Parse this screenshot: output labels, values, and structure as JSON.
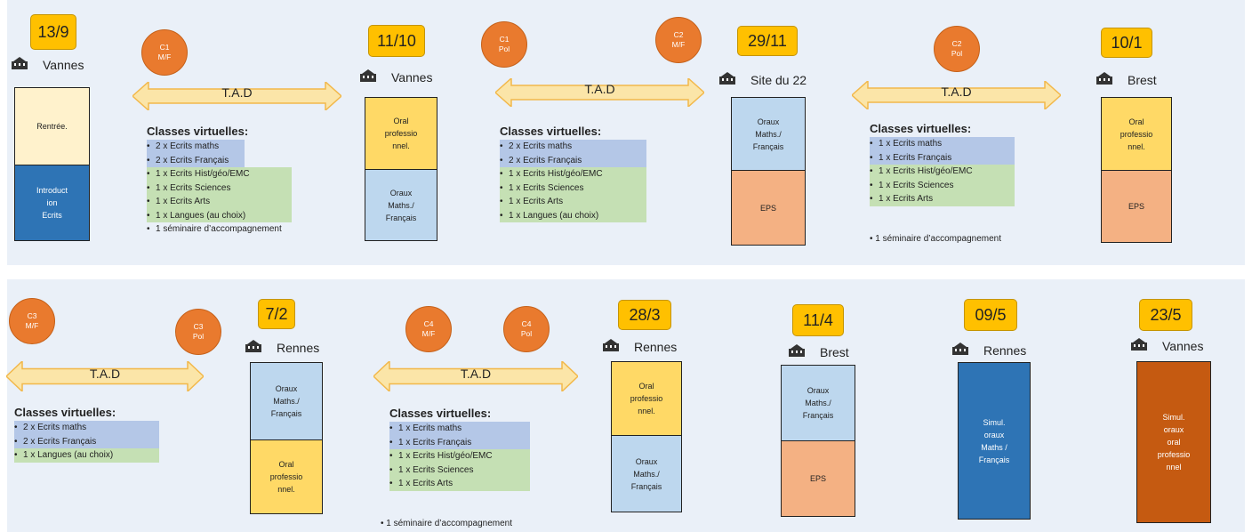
{
  "row1": {
    "d1": {
      "date": "13/9",
      "loc": "Vannes",
      "b1": "Rentrée.",
      "b2": "Introduct\nion\nEcrits"
    },
    "c1": {
      "l1": "C1",
      "l2": "M/F"
    },
    "arrow1": "T.A.D",
    "cv1": {
      "title": "Classes virtuelles:",
      "items": [
        "2 x Ecrits maths",
        "2 x Ecrits Français",
        "1 x Ecrits Hist/géo/EMC",
        "1 x Ecrits Sciences",
        "1 x Ecrits Arts",
        "1 x Langues (au choix)",
        "1 séminaire d’accompagnement"
      ]
    },
    "d2": {
      "date": "11/10",
      "loc": "Vannes",
      "b1": "Oral\nprofessio\nnnel.",
      "b2": "Oraux\nMaths./\nFrançais"
    },
    "c2": {
      "l1": "C1",
      "l2": "Pol"
    },
    "c3": {
      "l1": "C2",
      "l2": "M/F"
    },
    "arrow2": "T.A.D",
    "cv2": {
      "title": "Classes virtuelles:",
      "items": [
        "2 x Ecrits maths",
        "2 x Ecrits Français",
        "1 x Ecrits Hist/géo/EMC",
        "1 x Ecrits Sciences",
        "1 x Ecrits Arts",
        "1 x Langues (au choix)"
      ]
    },
    "d3": {
      "date": "29/11",
      "loc": "Site du 22",
      "b1": "Oraux\nMaths./\nFrançais",
      "b2": "EPS"
    },
    "c4": {
      "l1": "C2",
      "l2": "Pol"
    },
    "arrow3": "T.A.D",
    "cv3": {
      "title": "Classes virtuelles:",
      "items": [
        "1 x Ecrits maths",
        "1 x Ecrits Français",
        "1 x Ecrits Hist/géo/EMC",
        "1 x Ecrits Sciences",
        "1 x Ecrits Arts"
      ],
      "sem": "1 séminaire d’accompagnement"
    },
    "d4": {
      "date": "10/1",
      "loc": "Brest",
      "b1": "Oral\nprofessio\nnnel.",
      "b2": "EPS"
    }
  },
  "row2": {
    "c5": {
      "l1": "C3",
      "l2": "M/F"
    },
    "c6": {
      "l1": "C3",
      "l2": "Pol"
    },
    "arrow4": "T.A.D",
    "cv4": {
      "title": "Classes virtuelles:",
      "items": [
        "2 x Ecrits maths",
        "2 x Ecrits Français",
        "1 x Langues (au choix)"
      ]
    },
    "d5": {
      "date": "7/2",
      "loc": "Rennes",
      "b1": "Oraux\nMaths./\nFrançais",
      "b2": "Oral\nprofessio\nnnel."
    },
    "c7": {
      "l1": "C4",
      "l2": "M/F"
    },
    "c8": {
      "l1": "C4",
      "l2": "Pol"
    },
    "arrow5": "T.A.D",
    "cv5": {
      "title": "Classes virtuelles:",
      "items": [
        "1 x Ecrits maths",
        "1 x Ecrits Français",
        "1 x Ecrits Hist/géo/EMC",
        "1 x Ecrits Sciences",
        "1 x Ecrits Arts"
      ],
      "sem": "1 séminaire d’accompagnement"
    },
    "d6": {
      "date": "28/3",
      "loc": "Rennes",
      "b1": "Oral\nprofessio\nnnel.",
      "b2": "Oraux\nMaths./\nFrançais"
    },
    "d7": {
      "date": "11/4",
      "loc": "Brest",
      "b1": "Oraux\nMaths./\nFrançais",
      "b2": "EPS"
    },
    "d8": {
      "date": "09/5",
      "loc": "Rennes",
      "b1": "Simul.\noraux\nMaths /\nFrançais"
    },
    "d9": {
      "date": "23/5",
      "loc": "Vannes",
      "b1": "Simul.\noraux\noral\nprofessio\nnnel"
    }
  },
  "colors": {
    "date": "#ffc000",
    "circle": "#e97a2e",
    "arrow": "#fbe5a8",
    "band": "#eaf0f8"
  }
}
